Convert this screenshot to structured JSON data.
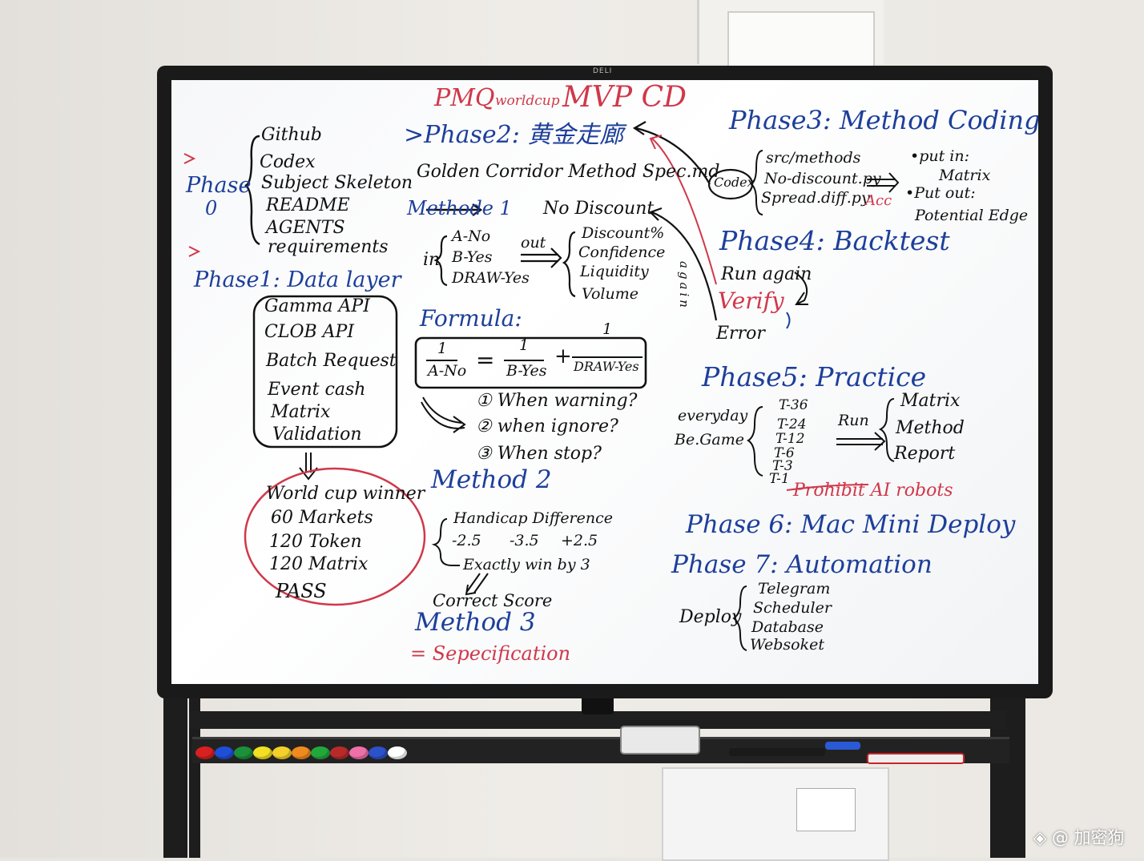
{
  "board": {
    "brand": "DELI",
    "title_pre": "PMQ",
    "title_small": "worldcup",
    "title_post": "MVP CD",
    "phase0": {
      "label": "Phase",
      "num": "0",
      "items": [
        "Github",
        "Codex",
        "Subject Skeleton",
        "README",
        "AGENTS",
        "requirements"
      ]
    },
    "phase1": {
      "label": "Phase1: Data layer",
      "items": [
        "Gamma API",
        "CLOB API",
        "Batch Request",
        "Event cash",
        "Matrix",
        "Validation"
      ],
      "result": [
        "World cup winner",
        "60 Markets",
        "120 Token",
        "120 Matrix",
        "PASS"
      ]
    },
    "phase2": {
      "label": ">Phase2: 黄金走廊",
      "spec": "Golden Corridor Method Spec.md",
      "method1": "Methode 1",
      "method1_arrow": "No Discount",
      "in_label": "in",
      "inputs": [
        "A-No",
        "B-Yes",
        "DRAW-Yes"
      ],
      "out_label": "out",
      "outputs": [
        "Discount%",
        "Confidence",
        "Liquidity",
        "Volume"
      ],
      "formula_label": "Formula:",
      "formula_terms": [
        "1",
        "A-No",
        "=",
        "1",
        "B-Yes",
        "+",
        "1",
        "DRAW-Yes"
      ],
      "questions": [
        "① When warning?",
        "② when ignore?",
        "③ When stop?"
      ],
      "method2": "Method 2",
      "handicap": "Handicap Difference",
      "handicap_values": [
        "-2.5",
        "-3.5",
        "+2.5"
      ],
      "exact": "Exactly win by 3",
      "correct": "Correct Score",
      "method3": "Method 3",
      "spec2": "= Sepecification"
    },
    "phase3": {
      "label": "Phase3: Method Coding",
      "codex": "Codex",
      "files": [
        "src/methods",
        "No-discount.py",
        "Spread.diff.py"
      ],
      "acc": "Acc",
      "put_in": "•put in:",
      "put_in_val": "Matrix",
      "put_out": "•Put out:",
      "put_out_val": "Potential Edge"
    },
    "phase4": {
      "label": "Phase4: Backtest",
      "run": "Run again",
      "verify": "Verify",
      "error": "Error",
      "again": "again"
    },
    "phase5": {
      "label": "Phase5: Practice",
      "everyday": "everyday",
      "game": "Be.Game",
      "times": [
        "T-36",
        "T-24",
        "T-12",
        "T-6",
        "T-3",
        "T-1"
      ],
      "run": "Run",
      "outputs": [
        "Matrix",
        "Method",
        "Report"
      ],
      "prohibit": "Prohibit AI robots"
    },
    "phase6": {
      "label": "Phase 6: Mac Mini Deploy"
    },
    "phase7": {
      "label": "Phase 7: Automation",
      "deploy": "Deploy",
      "items": [
        "Telegram",
        "Scheduler",
        "Database",
        "Websoket"
      ]
    }
  },
  "watermark": "◈ @ 加密狗",
  "colors": {
    "blue_ink": "#1d3f9a",
    "red_ink": "#d0384a",
    "black_ink": "#111111",
    "frame": "#1a1a1a"
  },
  "magnets": [
    "#d82020",
    "#1f4fd6",
    "#1b8f3a",
    "#f3e022",
    "#f3d12a",
    "#f08a1e",
    "#22a83a",
    "#b82a2a",
    "#ef6fa8",
    "#2b52c8",
    "#ffffff"
  ]
}
